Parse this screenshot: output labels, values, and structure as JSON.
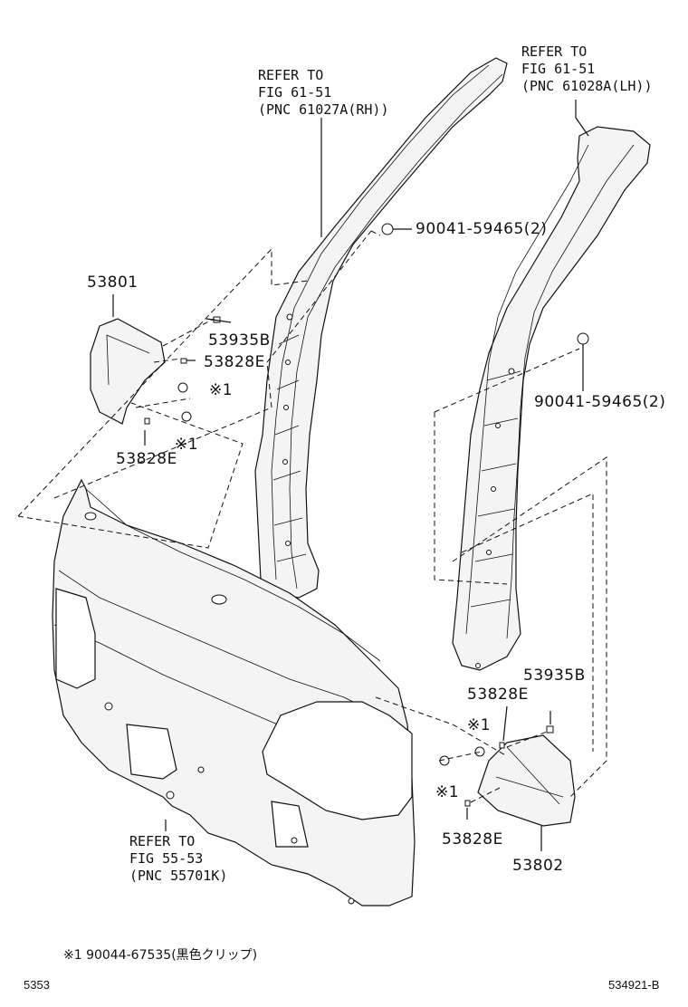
{
  "refs": {
    "rh_pillar": [
      "REFER TO",
      "FIG 61-51",
      "(PNC 61027A(RH))"
    ],
    "lh_pillar": [
      "REFER TO",
      "FIG 61-51",
      "(PNC 61028A(LH))"
    ],
    "back_panel": [
      "REFER TO",
      "FIG 55-53",
      "(PNC 55701K)"
    ]
  },
  "parts": {
    "p53801": "53801",
    "p53935b_upper": "53935B",
    "p53828e_upper_a": "53828E",
    "mark_upper_a": "※1",
    "mark_upper_b": "※1",
    "p53828e_upper_b": "53828E",
    "screw_rh": "90041-59465(2)",
    "screw_lh": "90041-59465(2)",
    "p53935b_lower": "53935B",
    "p53828e_lower_a": "53828E",
    "mark_lower_a": "※1",
    "mark_lower_b": "※1",
    "p53828e_lower_b": "53828E",
    "p53802": "53802"
  },
  "footnote": "※1 90044-67535(黒色クリップ)",
  "footer": {
    "left": "5353",
    "right": "534921-B"
  }
}
